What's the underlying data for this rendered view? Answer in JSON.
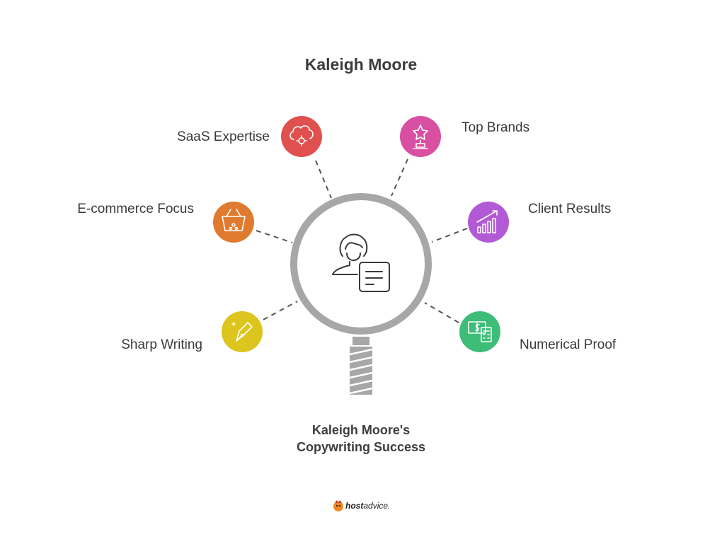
{
  "title": "Kaleigh Moore",
  "center_caption": [
    "Kaleigh Moore's",
    "Copywriting Success"
  ],
  "nodes": [
    {
      "label": "SaaS Expertise",
      "icon": "cloud-gear-icon",
      "color": "#e0504f"
    },
    {
      "label": "Top Brands",
      "icon": "trophy-star-icon",
      "color": "#d94fa2"
    },
    {
      "label": "E-commerce Focus",
      "icon": "shopping-basket-icon",
      "color": "#e07a2e"
    },
    {
      "label": "Client Results",
      "icon": "growth-chart-icon",
      "color": "#b25ad6"
    },
    {
      "label": "Sharp Writing",
      "icon": "pen-nib-icon",
      "color": "#dcc51c"
    },
    {
      "label": "Numerical Proof",
      "icon": "money-calculator-icon",
      "color": "#3ebd78"
    }
  ],
  "center_icon": "writer-document-icon",
  "magnifier_color": "#a7a7a7",
  "logo": {
    "host": "host",
    "advice": "advice."
  }
}
